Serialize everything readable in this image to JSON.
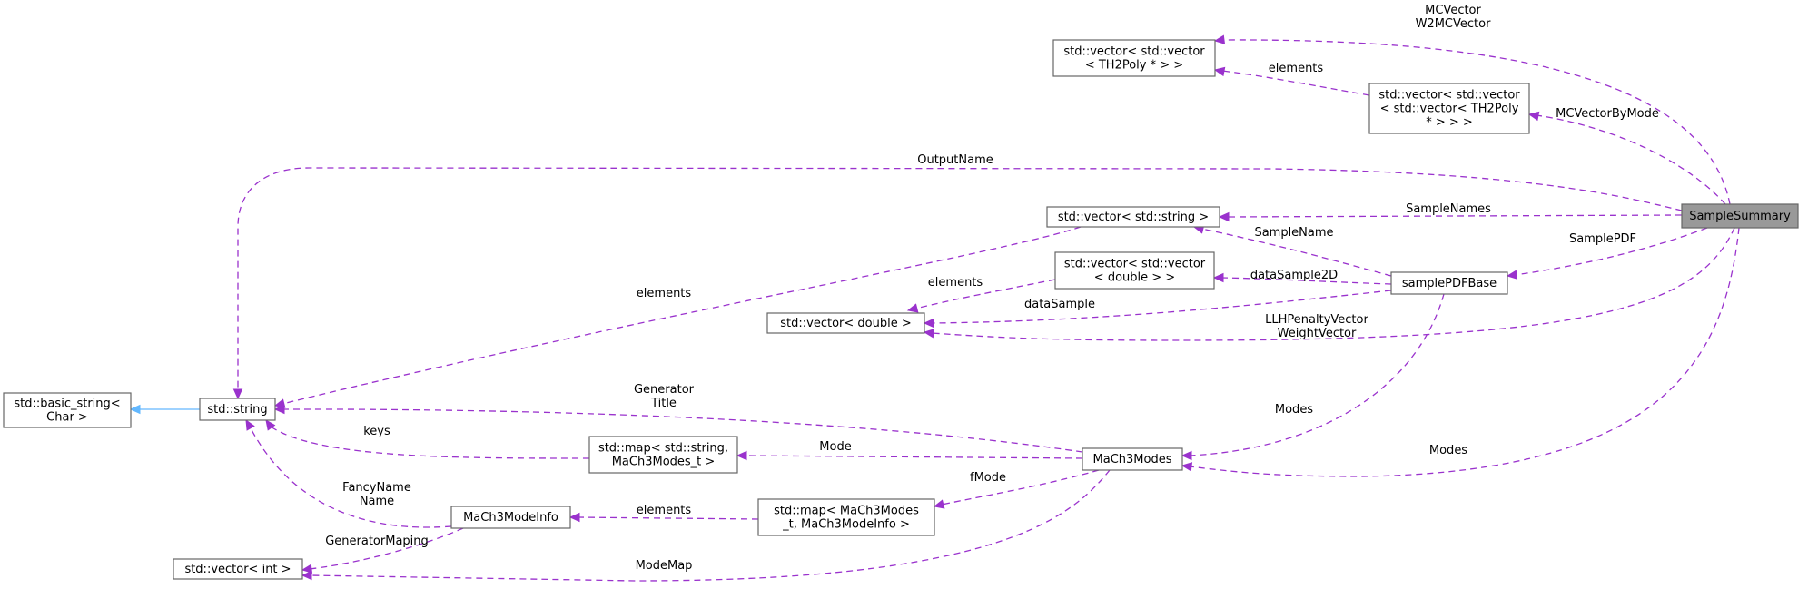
{
  "colors": {
    "usage_edge": "#9a32cd",
    "inherit_edge": "#63b8ff",
    "focus_node_fill": "#999999",
    "node_border": "#666666"
  },
  "nodes": {
    "sample_summary": [
      "SampleSummary"
    ],
    "vec_vec_th2poly": [
      "std::vector< std::vector",
      "< TH2Poly * > >"
    ],
    "vec_vec_vec_th2poly": [
      "std::vector< std::vector",
      "< std::vector< TH2Poly",
      "* > > >"
    ],
    "vec_string": [
      "std::vector< std::string >"
    ],
    "vec_vec_double": [
      "std::vector< std::vector",
      "< double > >"
    ],
    "sample_pdf_base": [
      "samplePDFBase"
    ],
    "vec_double": [
      "std::vector< double >"
    ],
    "basic_string": [
      "std::basic_string<",
      "Char >"
    ],
    "std_string": [
      "std::string"
    ],
    "map_string_modes": [
      "std::map< std::string,",
      "MaCh3Modes_t >"
    ],
    "mach3_modes": [
      "MaCh3Modes"
    ],
    "mach3_mode_info": [
      "MaCh3ModeInfo"
    ],
    "map_modes_info": [
      "std::map< MaCh3Modes",
      "_t, MaCh3ModeInfo >"
    ],
    "vec_int": [
      "std::vector< int >"
    ]
  },
  "edges": {
    "mcvector": [
      "MCVector",
      "W2MCVector"
    ],
    "elements_th2poly": [
      "elements"
    ],
    "mcvector_by_mode": [
      "MCVectorByMode"
    ],
    "output_name": [
      "OutputName"
    ],
    "sample_names": [
      "SampleNames"
    ],
    "sample_name": [
      "SampleName"
    ],
    "sample_pdf": [
      "SamplePDF"
    ],
    "elements_vec_double": [
      "elements"
    ],
    "data_sample_2d": [
      "dataSample2D"
    ],
    "data_sample": [
      "dataSample"
    ],
    "llh_penalty": [
      "LLHPenaltyVector",
      "WeightVector"
    ],
    "elements_strings": [
      "elements"
    ],
    "modes_pdf": [
      "Modes"
    ],
    "modes_summary": [
      "Modes"
    ],
    "generator_title": [
      "Generator",
      "Title"
    ],
    "keys": [
      "keys"
    ],
    "mode": [
      "Mode"
    ],
    "fmode": [
      "fMode"
    ],
    "fancy_name": [
      "FancyName",
      "Name"
    ],
    "elements_info": [
      "elements"
    ],
    "generator_maping": [
      "GeneratorMaping"
    ],
    "mode_map": [
      "ModeMap"
    ],
    "inherit": []
  }
}
